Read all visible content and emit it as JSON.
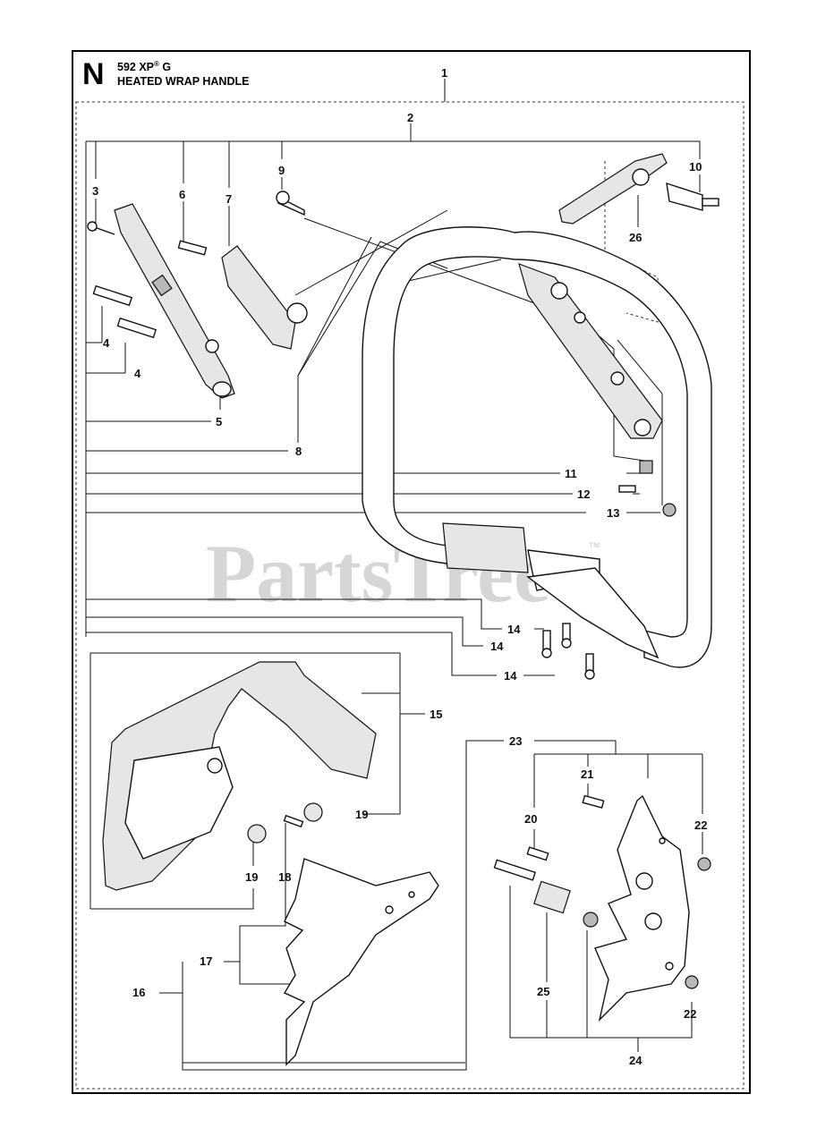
{
  "header": {
    "section_letter": "N",
    "model": "592 XP",
    "model_mark": "®",
    "model_suffix": " G",
    "title": "HEATED WRAP HANDLE"
  },
  "watermark": {
    "text": "PartsTree",
    "trademark": "™"
  },
  "callouts": [
    "1",
    "2",
    "3",
    "4",
    "4",
    "5",
    "6",
    "7",
    "8",
    "9",
    "10",
    "11",
    "12",
    "13",
    "14",
    "14",
    "14",
    "15",
    "16",
    "17",
    "18",
    "19",
    "19",
    "20",
    "21",
    "22",
    "22",
    "23",
    "24",
    "25",
    "26"
  ]
}
